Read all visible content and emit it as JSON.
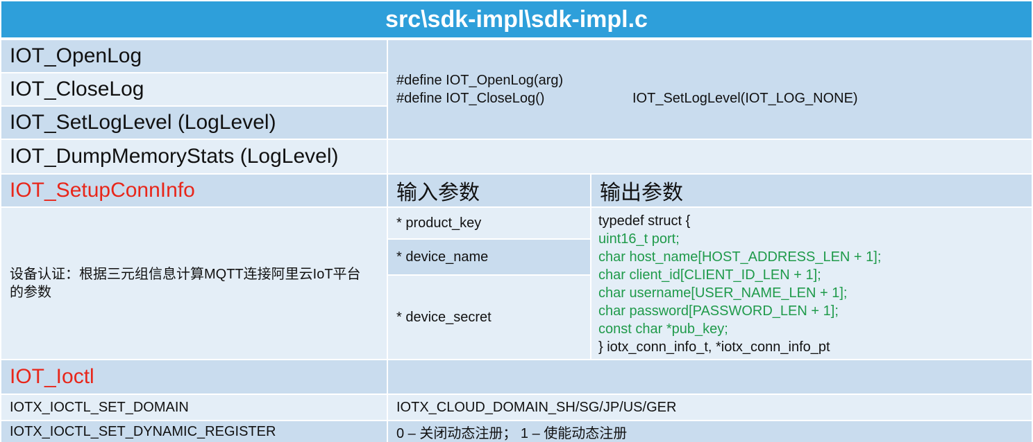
{
  "title": "src\\sdk-impl\\sdk-impl.c",
  "log_functions": [
    "IOT_OpenLog",
    "IOT_CloseLog",
    "IOT_SetLogLevel (LogLevel)",
    "IOT_DumpMemoryStats (LogLevel)"
  ],
  "log_defines": {
    "line1": "#define IOT_OpenLog(arg)",
    "line2_left": "#define IOT_CloseLog()",
    "line2_right": "IOT_SetLogLevel(IOT_LOG_NONE)"
  },
  "setup_conn": {
    "name": "IOT_SetupConnInfo",
    "input_header": "输入参数",
    "output_header": "输出参数",
    "description": "设备认证：根据三元组信息计算MQTT连接阿里云IoT平台的参数",
    "inputs": [
      "* product_key",
      "* device_name",
      "* device_secret"
    ],
    "output_code": {
      "open": "typedef struct {",
      "fields": [
        "uint16_t port;",
        "char host_name[HOST_ADDRESS_LEN + 1];",
        "char client_id[CLIENT_ID_LEN + 1];",
        "char username[USER_NAME_LEN + 1];",
        "char password[PASSWORD_LEN + 1];",
        "const char *pub_key;"
      ],
      "close": "} iotx_conn_info_t, *iotx_conn_info_pt"
    }
  },
  "ioctl": {
    "name": "IOT_Ioctl",
    "rows": [
      {
        "option": "IOTX_IOCTL_SET_DOMAIN",
        "value": "IOTX_CLOUD_DOMAIN_SH/SG/JP/US/GER"
      },
      {
        "option": "IOTX_IOCTL_SET_DYNAMIC_REGISTER",
        "value": "0 – 关闭动态注册； 1 – 使能动态注册"
      }
    ]
  },
  "colors": {
    "title_bg": "#2e9fda",
    "cell_dark": "#c9dcee",
    "cell_light": "#e4eef7",
    "red_text": "#e8261a",
    "green_code": "#1f9a4a"
  }
}
